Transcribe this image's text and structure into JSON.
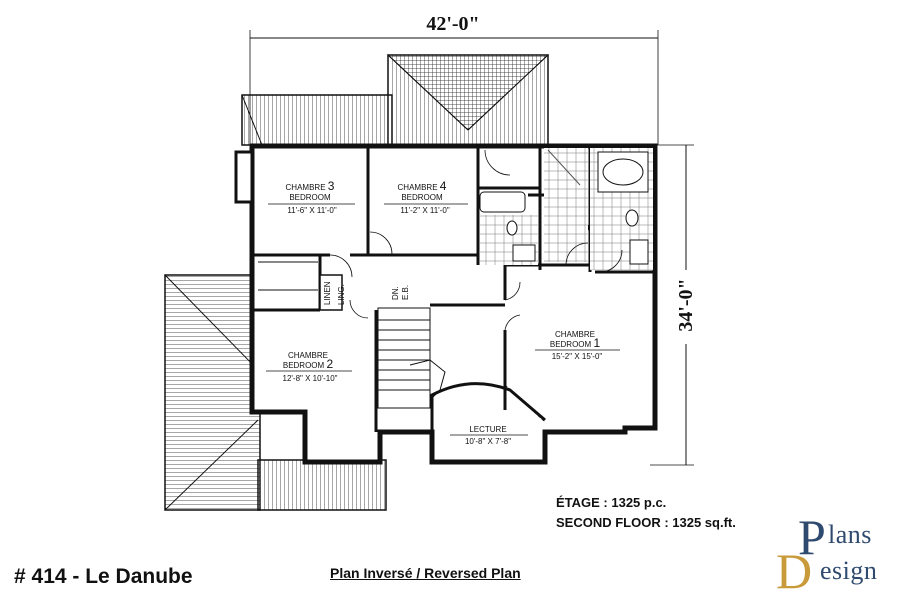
{
  "dimensions": {
    "width": "42'-0\"",
    "depth": "34'-0\""
  },
  "rooms": {
    "bedroom3": {
      "fr": "CHAMBRE",
      "en": "BEDROOM",
      "num": "3",
      "size": "11'-6\" X 11'-0\""
    },
    "bedroom4": {
      "fr": "CHAMBRE",
      "en": "BEDROOM",
      "num": "4",
      "size": "11'-2\" X 11'-0\""
    },
    "bedroom1": {
      "fr": "CHAMBRE",
      "en": "BEDROOM",
      "num": "1",
      "size": "15'-2\" X 15'-0\""
    },
    "bedroom2": {
      "fr": "CHAMBRE",
      "en": "BEDROOM",
      "num": "2",
      "size": "12'-8\" X 10'-10\""
    },
    "lecture": {
      "name": "LECTURE",
      "size": "10'-8\" X 7'-8\""
    }
  },
  "labels": {
    "linen": "LINEN",
    "ling": "LING.",
    "dn": "DN.",
    "eb": "E.B."
  },
  "area": {
    "etage": "ÉTAGE : 1325 p.c.",
    "second": "SECOND FLOOR : 1325 sq.ft."
  },
  "title": "# 414 - Le Danube",
  "subtitle": "Plan Inversé / Reversed Plan",
  "logo": {
    "p": "P",
    "lans": "lans",
    "d": "D",
    "esign": "esign"
  },
  "colors": {
    "logo_blue": "#2f4a6f",
    "logo_gold": "#c99a3a"
  }
}
